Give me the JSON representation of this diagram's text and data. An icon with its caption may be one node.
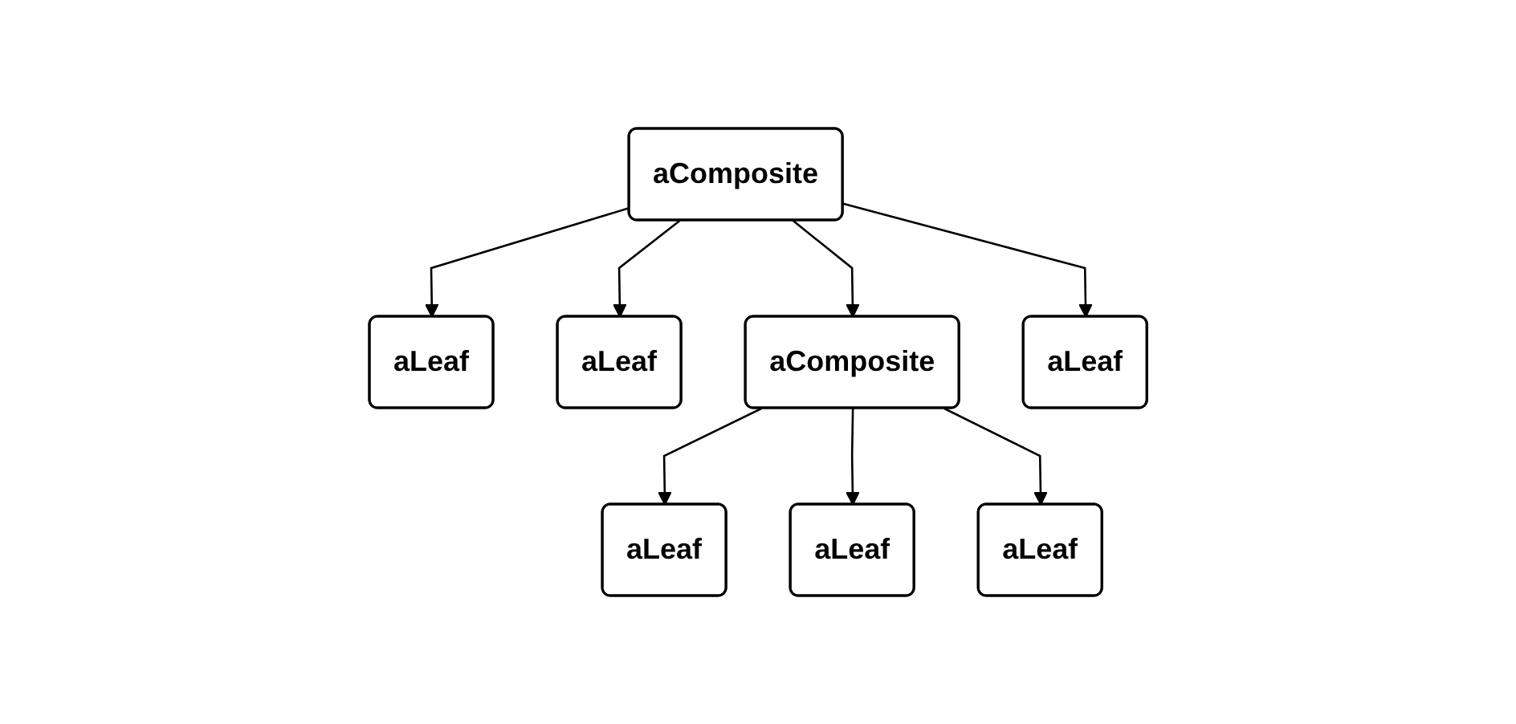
{
  "diagram": {
    "nodes": [
      {
        "text": [
          "aComposite"
        ]
      },
      {
        "text": [
          "aLeaf"
        ]
      },
      {
        "text": [
          "aLeaf"
        ]
      },
      {
        "text": [
          "aComposite"
        ]
      },
      {
        "text": [
          "aLeaf"
        ]
      },
      {
        "text": [
          "aLeaf"
        ]
      },
      {
        "text": [
          "aLeaf"
        ]
      },
      {
        "text": [
          "aLeaf"
        ]
      }
    ],
    "edges": [
      {
        "from": 0,
        "to": 1,
        "arrow": "to"
      },
      {
        "from": 0,
        "to": 2,
        "arrow": "to"
      },
      {
        "from": 0,
        "to": 3,
        "arrow": "to"
      },
      {
        "from": 0,
        "to": 4,
        "arrow": "to"
      },
      {
        "from": 3,
        "to": 5,
        "arrow": "to"
      },
      {
        "from": 3,
        "to": 6,
        "arrow": "to"
      },
      {
        "from": 3,
        "to": 7,
        "arrow": "to"
      }
    ]
  }
}
